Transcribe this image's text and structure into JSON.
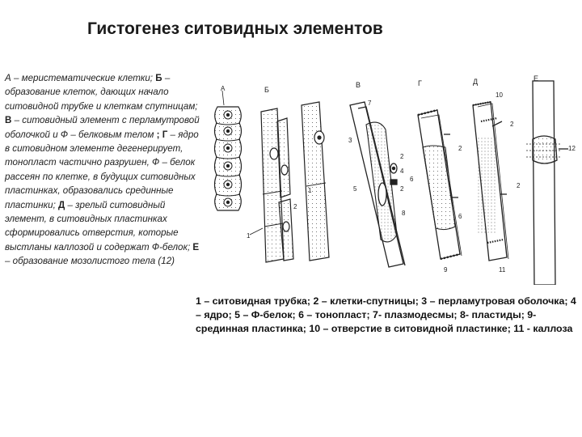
{
  "title": "Гистогенез ситовидных элементов",
  "description": {
    "parts": [
      {
        "text": "А – меристематические клетки; ",
        "bold": false
      },
      {
        "text": "Б",
        "bold": true
      },
      {
        "text": " – образование клеток, дающих начало ситовидной трубке и клеткам спутницам; ",
        "bold": false
      },
      {
        "text": "В",
        "bold": true
      },
      {
        "text": " – ситовидный элемент с перламутровой оболочкой и Ф – белковым телом ",
        "bold": false
      },
      {
        "text": "; Г",
        "bold": true
      },
      {
        "text": " – ядро в ситовидном элементе дегенерирует, тонопласт частично разрушен, Ф – белок рассеян по клетке, в будущих ситовидных пластинках, образовались срединные пластинки; ",
        "bold": false
      },
      {
        "text": "Д",
        "bold": true
      },
      {
        "text": " – зрелый ситовидный элемент, в ситовидных пластинках сформировались отверстия, которые выстланы каллозой и содержат Ф-белок; ",
        "bold": false
      },
      {
        "text": "Е",
        "bold": true
      },
      {
        "text": " – образование мозолистого тела (12)",
        "bold": false
      }
    ]
  },
  "legend": "1 – ситовидная трубка; 2 – клетки-спутницы; 3 – перламутровая оболочка; 4 – ядро; 5 – Ф-белок; 6 – тонопласт; 7- плазмодесмы; 8- пластиды; 9- срединная пластинка; 10 – отверстие в ситовидной пластинке; 11 - каллоза",
  "figure": {
    "panel_labels": [
      "А",
      "Б",
      "В",
      "Г",
      "Д",
      "Е"
    ],
    "callouts": [
      "1",
      "1",
      "2",
      "3",
      "4",
      "5",
      "7",
      "2",
      "2",
      "6",
      "8",
      "6",
      "2",
      "9",
      "10",
      "2",
      "2",
      "11",
      "12"
    ]
  }
}
